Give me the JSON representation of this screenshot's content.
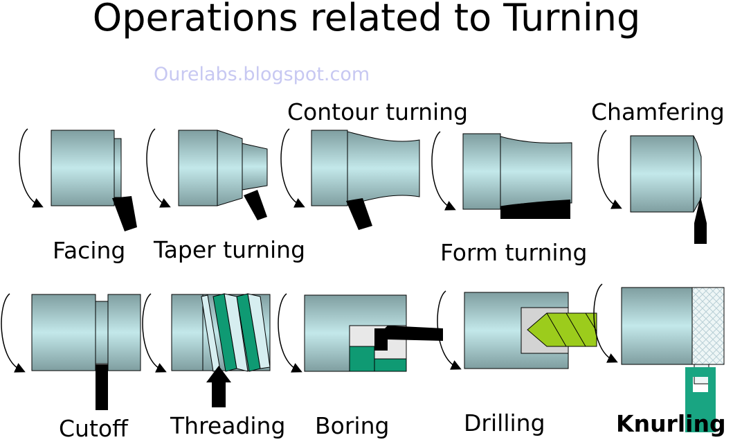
{
  "title": "Operations related to Turning",
  "watermark": "Ourelabs.blogspot.com",
  "operations": [
    {
      "label": "Facing"
    },
    {
      "label": "Taper turning"
    },
    {
      "label": "Contour turning"
    },
    {
      "label": "Form turning"
    },
    {
      "label": "Chamfering"
    },
    {
      "label": "Cutoff"
    },
    {
      "label": "Threading"
    },
    {
      "label": "Boring"
    },
    {
      "label": "Drilling"
    },
    {
      "label": "Knurling"
    }
  ],
  "colors": {
    "workpiece_dark": "#7f9ea0",
    "workpiece_light": "#c3e8ea",
    "tool": "#000000",
    "thread_green": "#0f9a73",
    "drill_green": "#9ccc1c",
    "knurl_green": "#19a582",
    "watermark": "#c7c8f2"
  }
}
